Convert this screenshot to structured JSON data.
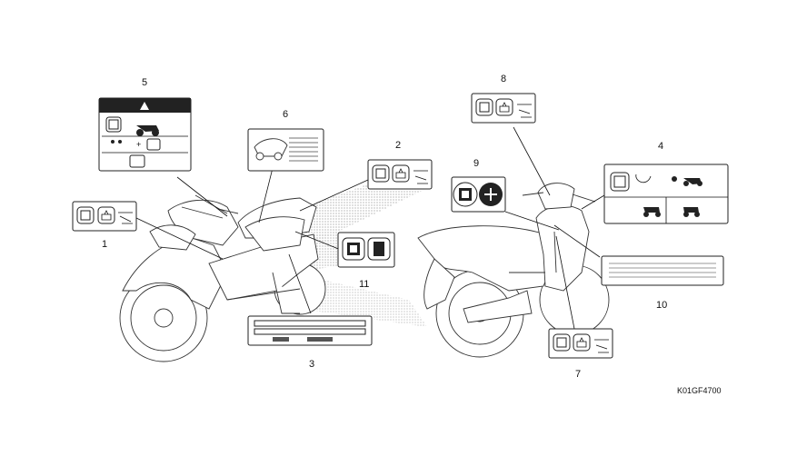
{
  "diagram_code": "K01GF4700",
  "labels": [
    {
      "id": "1",
      "text": "1"
    },
    {
      "id": "2",
      "text": "2"
    },
    {
      "id": "3",
      "text": "3"
    },
    {
      "id": "4",
      "text": "4"
    },
    {
      "id": "5",
      "text": "5"
    },
    {
      "id": "6",
      "text": "6"
    },
    {
      "id": "7",
      "text": "7"
    },
    {
      "id": "8",
      "text": "8"
    },
    {
      "id": "9",
      "text": "9"
    },
    {
      "id": "10",
      "text": "10"
    },
    {
      "id": "11",
      "text": "11"
    }
  ]
}
